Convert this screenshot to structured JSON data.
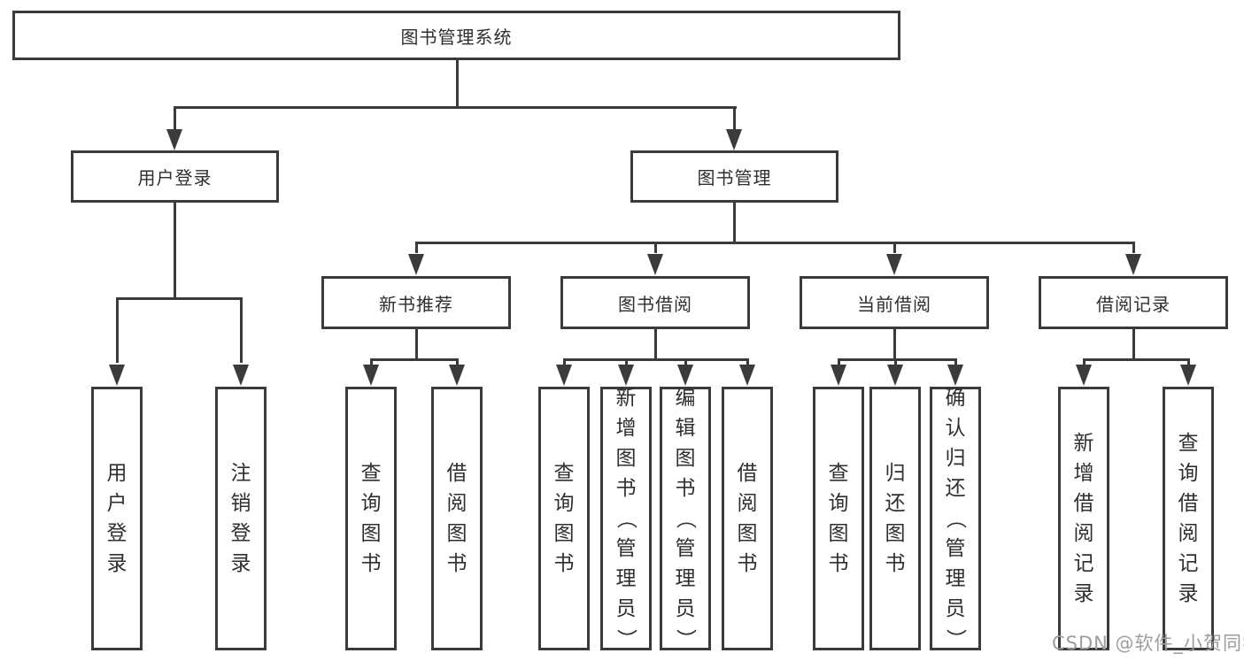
{
  "diagram": {
    "title": "图书管理系统",
    "root": {
      "label": "图书管理系统"
    },
    "branches": [
      {
        "label": "用户登录",
        "children": [
          "用户登录",
          "注销登录"
        ]
      },
      {
        "label": "图书管理",
        "sections": [
          {
            "label": "新书推荐",
            "children": [
              "查询图书",
              "借阅图书"
            ]
          },
          {
            "label": "图书借阅",
            "children": [
              "查询图书",
              "新增图书（管理员）",
              "编辑图书（管理员）",
              "借阅图书"
            ]
          },
          {
            "label": "当前借阅",
            "children": [
              "查询图书",
              "归还图书",
              "确认归还（管理员）"
            ]
          },
          {
            "label": "借阅记录",
            "children": [
              "新增借阅记录",
              "查询借阅记录"
            ]
          }
        ]
      }
    ]
  },
  "watermark": {
    "text": "CSDN @软件_小贺同学"
  },
  "colors": {
    "line": "#3b3b3b",
    "text": "#2f2f2f",
    "watermark": "#9d9d9d",
    "background": "#ffffff"
  }
}
